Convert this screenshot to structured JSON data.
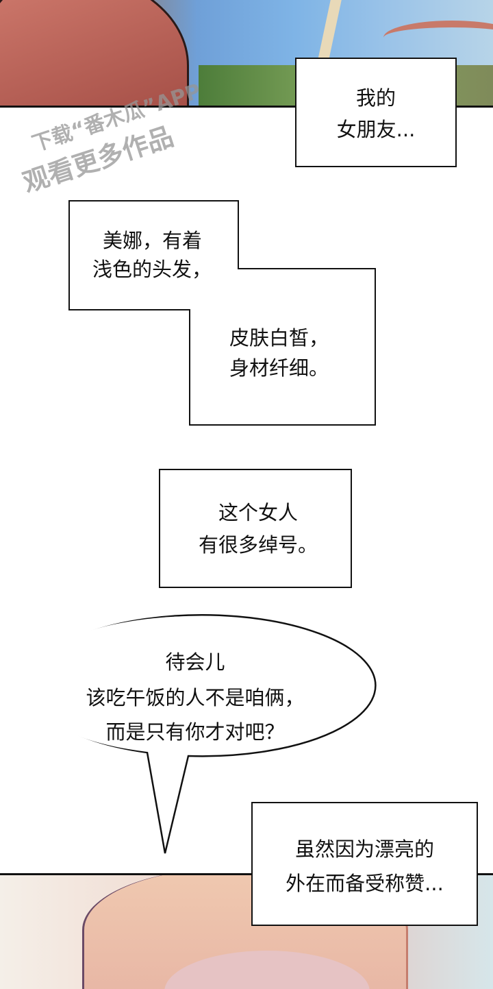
{
  "watermark": {
    "logo_text": "番木瓜",
    "line1": "下载“番木瓜”APP",
    "line2": "观看更多作品"
  },
  "captions": [
    {
      "lines": [
        "我的",
        "女朋友..."
      ]
    },
    {
      "lines": [
        "美娜，有着",
        "浅色的头发，"
      ]
    },
    {
      "lines": [
        "皮肤白皙，",
        "身材纤细。"
      ]
    },
    {
      "lines": [
        "这个女人",
        "有很多绰号。"
      ]
    },
    {
      "lines": [
        "虽然因为漂亮的",
        "外在而备受称赞..."
      ]
    }
  ],
  "speech_bubble": {
    "lines": [
      "待会儿",
      "该吃午饭的人不是咱俩，",
      "而是只有你才对吧？"
    ]
  }
}
